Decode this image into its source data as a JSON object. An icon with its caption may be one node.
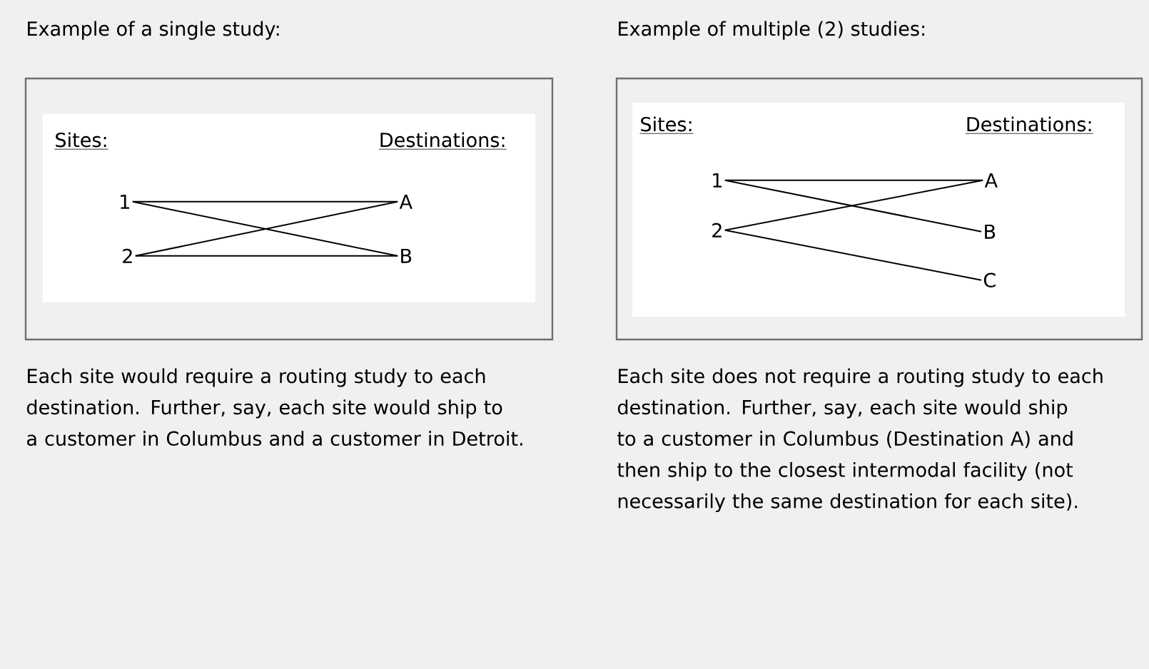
{
  "diagram": {
    "nodes": [
      {
        "text": [],
        "shape": "box"
      },
      {
        "text": [
          "1"
        ],
        "in": 0
      },
      {
        "text": [
          "2"
        ],
        "in": 0
      },
      {
        "text": [
          "A"
        ],
        "in": 0
      },
      {
        "text": [
          "B"
        ],
        "in": 0
      },
      {
        "text": [],
        "shape": "box"
      },
      {
        "text": [
          "1"
        ],
        "in": 5
      },
      {
        "text": [
          "2"
        ],
        "in": 5
      },
      {
        "text": [
          "A"
        ],
        "in": 5
      },
      {
        "text": [
          "B"
        ],
        "in": 5
      },
      {
        "text": [
          "C"
        ],
        "in": 5
      }
    ],
    "edges": [
      {
        "from": 1,
        "to": 3,
        "arrow": "none"
      },
      {
        "from": 1,
        "to": 4,
        "arrow": "none"
      },
      {
        "from": 2,
        "to": 3,
        "arrow": "none"
      },
      {
        "from": 2,
        "to": 4,
        "arrow": "none"
      },
      {
        "from": 6,
        "to": 8,
        "arrow": "none"
      },
      {
        "from": 6,
        "to": 9,
        "arrow": "none"
      },
      {
        "from": 7,
        "to": 8,
        "arrow": "none"
      },
      {
        "from": 7,
        "to": 10,
        "arrow": "none"
      }
    ],
    "labels": [
      "Example of a single study:",
      "Example of multiple (2) studies:",
      "Sites:",
      "Destinations:",
      "Sites:",
      "Destinations:",
      "Each site would require a routing study to each destination. Further, say, each site would ship to a customer in Columbus and a customer in Detroit.",
      "Each site does not require a routing study to each destination. Further, say, each site would ship to a customer in Columbus (Destination A) and then ship to the closest intermodal facility (not necessarily the same destination for each site)."
    ]
  }
}
